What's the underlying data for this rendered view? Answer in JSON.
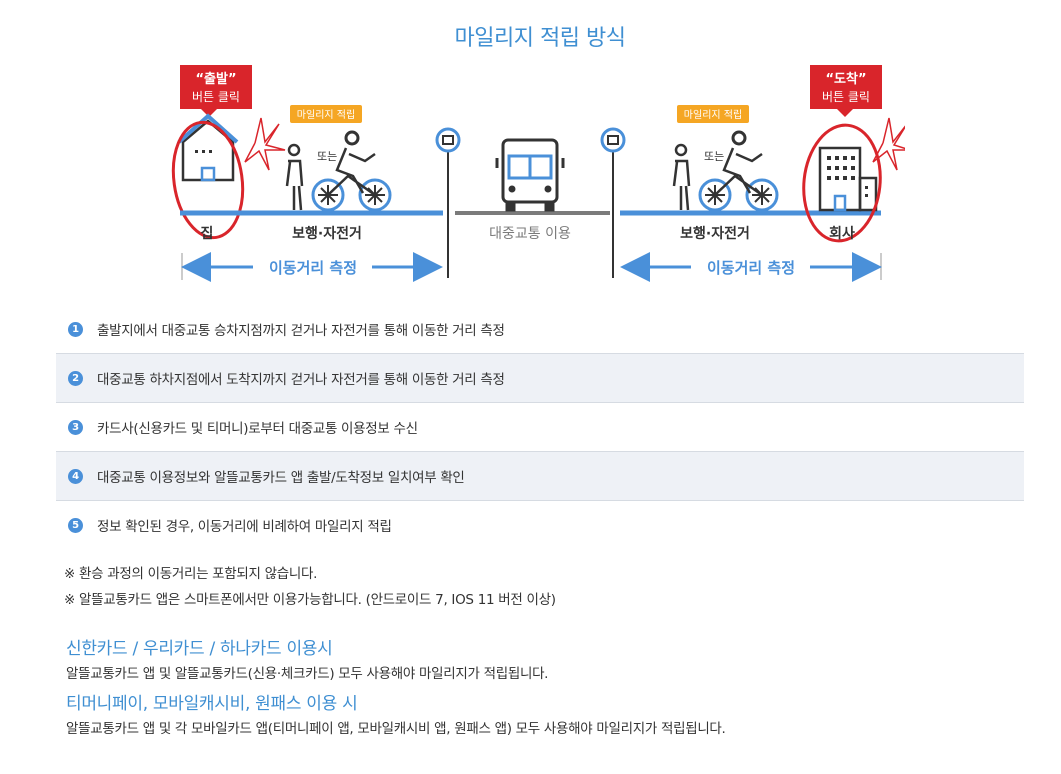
{
  "title": "마일리지 적립 방식",
  "diagram": {
    "start_button": {
      "quote": "“출발”",
      "sub": "버튼 클릭"
    },
    "end_button": {
      "quote": "“도착”",
      "sub": "버튼 클릭"
    },
    "mileage_badge": "마일리지 적립",
    "or_text": "또는",
    "home_label": "집",
    "walk_bike_label": "보행·자전거",
    "transit_label": "대중교통 이용",
    "company_label": "회사",
    "distance_label": "이동거리 측정",
    "colors": {
      "accent": "#3f8fd2",
      "red": "#d9252b",
      "badge": "#f5a623",
      "gray": "#7b7b7b"
    }
  },
  "steps": [
    {
      "num": "1",
      "text": "출발지에서 대중교통 승차지점까지 걷거나 자전거를 통해 이동한 거리 측정"
    },
    {
      "num": "2",
      "text": "대중교통 하차지점에서 도착지까지 걷거나 자전거를 통해 이동한 거리 측정"
    },
    {
      "num": "3",
      "text": "카드사(신용카드 및 티머니)로부터 대중교통 이용정보 수신"
    },
    {
      "num": "4",
      "text": "대중교통 이용정보와 알뜰교통카드 앱 출발/도착정보 일치여부 확인"
    },
    {
      "num": "5",
      "text": "정보 확인된 경우, 이동거리에 비례하여 마일리지 적립"
    }
  ],
  "notes": [
    "※ 환승 과정의 이동거리는 포함되지 않습니다.",
    "※ 알뜰교통카드 앱은 스마트폰에서만 이용가능합니다. (안드로이드 7, IOS 11 버전 이상)"
  ],
  "sections": [
    {
      "heading": "신한카드 / 우리카드 / 하나카드 이용시",
      "text": "알뜰교통카드 앱 및 알뜰교통카드(신용·체크카드) 모두 사용해야 마일리지가 적립됩니다."
    },
    {
      "heading": "티머니페이, 모바일캐시비, 원패스 이용 시",
      "text": "알뜰교통카드 앱 및 각 모바일카드 앱(티머니페이 앱, 모바일캐시비 앱, 원패스 앱) 모두 사용해야 마일리지가 적립됩니다."
    }
  ]
}
